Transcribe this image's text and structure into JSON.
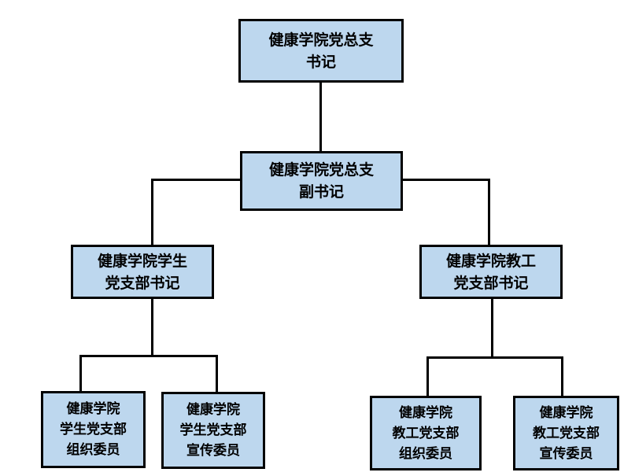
{
  "diagram": {
    "type": "org-chart",
    "colors": {
      "background": "#FFFFFF",
      "node_fill": "#BDD7EE",
      "node_border": "#000000",
      "connector": "#000000",
      "text": "#000000"
    },
    "nodes": [
      {
        "id": "party-general-branch-secretary",
        "level": 1,
        "parent": null,
        "label": "健康学院党总支\n书记"
      },
      {
        "id": "party-general-branch-deputy-secretary",
        "level": 2,
        "parent": "party-general-branch-secretary",
        "label": "健康学院党总支\n副书记"
      },
      {
        "id": "student-party-branch-secretary",
        "level": 3,
        "parent": "party-general-branch-deputy-secretary",
        "label": "健康学院学生\n党支部书记"
      },
      {
        "id": "staff-party-branch-secretary",
        "level": 3,
        "parent": "party-general-branch-deputy-secretary",
        "label": "健康学院教工\n党支部书记"
      },
      {
        "id": "student-branch-organization-committee-member",
        "level": 4,
        "parent": "student-party-branch-secretary",
        "label": "健康学院\n学生党支部\n组织委员"
      },
      {
        "id": "student-branch-publicity-committee-member",
        "level": 4,
        "parent": "student-party-branch-secretary",
        "label": "健康学院\n学生党支部\n宣传委员"
      },
      {
        "id": "staff-branch-organization-committee-member",
        "level": 4,
        "parent": "staff-party-branch-secretary",
        "label": "健康学院\n教工党支部\n组织委员"
      },
      {
        "id": "staff-branch-publicity-committee-member",
        "level": 4,
        "parent": "staff-party-branch-secretary",
        "label": "健康学院\n教工党支部\n宣传委员"
      }
    ]
  }
}
